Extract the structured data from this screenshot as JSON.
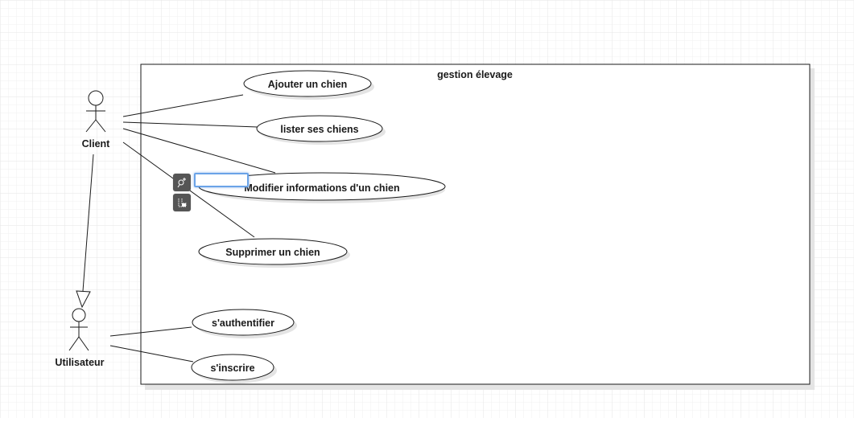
{
  "diagram": {
    "system_boundary": {
      "title": "gestion élevage"
    },
    "actors": [
      {
        "id": "client",
        "label": "Client"
      },
      {
        "id": "utilisateur",
        "label": "Utilisateur"
      }
    ],
    "use_cases": [
      {
        "id": "ajouter",
        "label": "Ajouter un chien"
      },
      {
        "id": "lister",
        "label": "lister ses chiens"
      },
      {
        "id": "modifier",
        "label": "Modifier informations d'un chien"
      },
      {
        "id": "supprimer",
        "label": "Supprimer un chien"
      },
      {
        "id": "authentifier",
        "label": "s'authentifier"
      },
      {
        "id": "inscrire",
        "label": "s'inscrire"
      }
    ],
    "associations": [
      {
        "from": "client",
        "to": "ajouter"
      },
      {
        "from": "client",
        "to": "lister"
      },
      {
        "from": "client",
        "to": "modifier"
      },
      {
        "from": "client",
        "to": "supprimer"
      },
      {
        "from": "utilisateur",
        "to": "authentifier"
      },
      {
        "from": "utilisateur",
        "to": "inscrire"
      }
    ],
    "generalizations": [
      {
        "from": "client",
        "to": "utilisateur"
      }
    ]
  },
  "editor": {
    "inline_text_value": "",
    "tools": [
      {
        "id": "connect",
        "icon": "connector-plus-icon"
      },
      {
        "id": "style",
        "icon": "style-edit-icon"
      }
    ]
  },
  "colors": {
    "grid": "#ececec",
    "stroke": "#1a1a1a",
    "shadow": "#e2e2e2",
    "editor_border": "#6aa3e8",
    "tool_bg": "#555555"
  }
}
